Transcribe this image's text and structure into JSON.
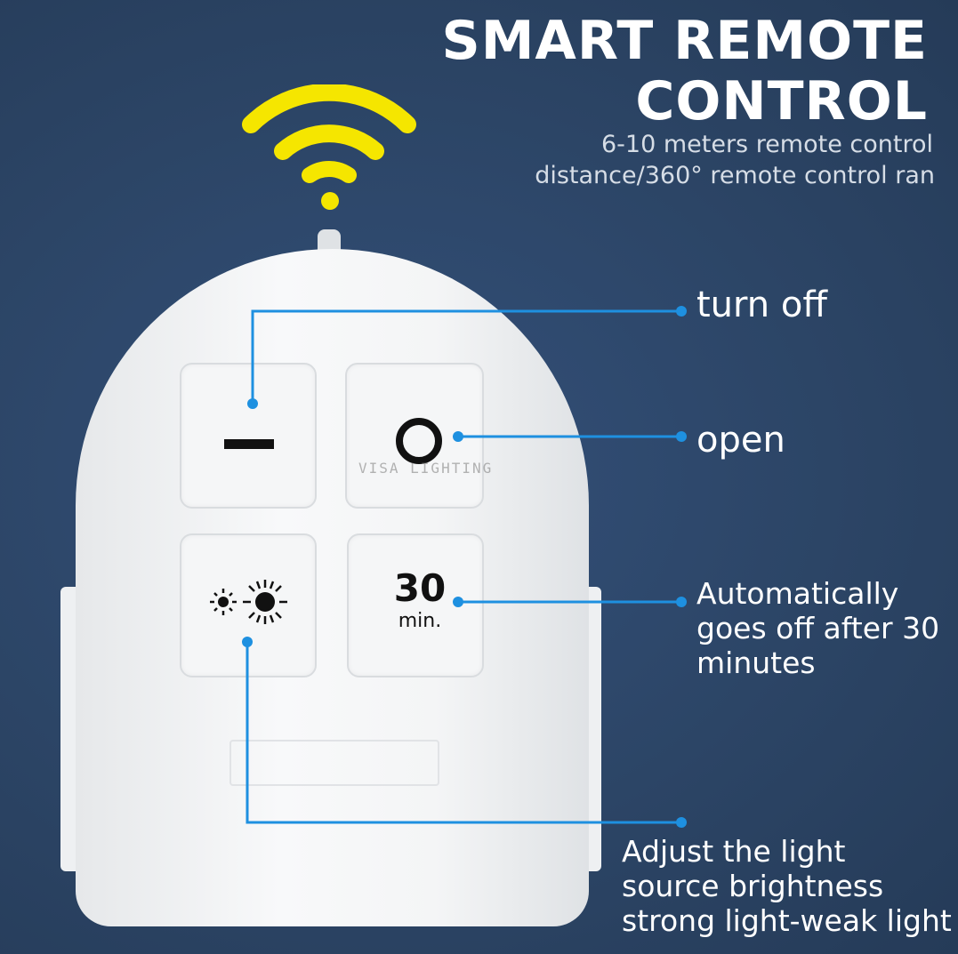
{
  "header": {
    "title_line1": "SMART REMOTE",
    "title_line2": "CONTROL",
    "subtitle_line1": "6-10 meters remote control",
    "subtitle_line2": "distance/360° remote control ran"
  },
  "remote": {
    "button_timer_number": "30",
    "button_timer_unit": "min.",
    "watermark": "VISA LIGHTING"
  },
  "callouts": {
    "turn_off": "turn off",
    "open": "open",
    "timer_line1": "Automatically",
    "timer_line2": "goes off after 30",
    "timer_line3": "minutes",
    "brightness_line1": "Adjust the light",
    "brightness_line2": "source brightness",
    "brightness_line3": "strong light-weak light"
  },
  "colors": {
    "background": "#2c4566",
    "accent": "#1e90e0",
    "wifi": "#f5e600"
  }
}
